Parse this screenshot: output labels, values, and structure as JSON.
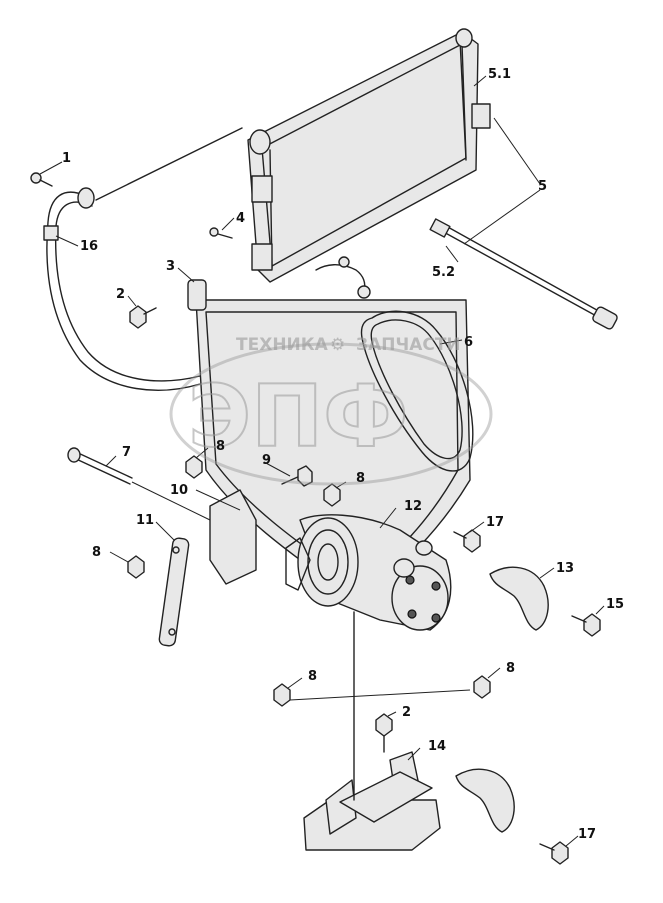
{
  "watermark": {
    "top_text_left": "ТЕХНИКА",
    "top_text_right": "ЗАПЧАСТИ",
    "logo_letters": "ЭПФ"
  },
  "callouts": {
    "c1": "1",
    "c16": "16",
    "c2a": "2",
    "c3": "3",
    "c4": "4",
    "c5": "5",
    "c5_1": "5.1",
    "c5_2": "5.2",
    "c6": "6",
    "c7": "7",
    "c8a": "8",
    "c9": "9",
    "c8b": "8",
    "c10": "10",
    "c11": "11",
    "c8c": "8",
    "c12": "12",
    "c17a": "17",
    "c13": "13",
    "c15": "15",
    "c8d": "8",
    "c8e": "8",
    "c2b": "2",
    "c14": "14",
    "c17b": "17"
  }
}
